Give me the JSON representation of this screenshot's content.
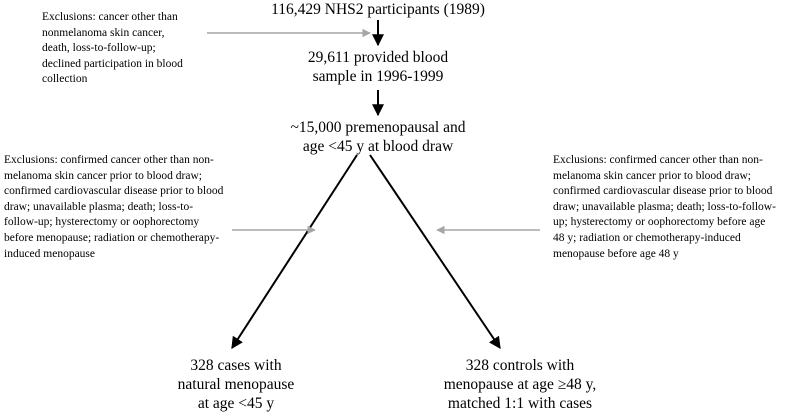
{
  "diagram": {
    "top_node": [
      "116,429 NHS2 participants (1989)"
    ],
    "blood_node": [
      "29,611 provided blood",
      "sample in 1996-1999"
    ],
    "premeno_node": [
      "~15,000 premenopausal and",
      "age <45 y at blood draw"
    ],
    "cases_node": [
      "328 cases with",
      "natural menopause",
      "at age <45 y"
    ],
    "controls_node": [
      "328 controls with",
      "menopause at age ≥48 y,",
      "matched 1:1 with cases"
    ],
    "exclusion_top": [
      "Exclusions: cancer other than",
      "nonmelanoma skin cancer,",
      "death, loss-to-follow-up;",
      "declined participation in blood",
      "collection"
    ],
    "exclusion_cases": [
      "Exclusions: confirmed cancer other than non-",
      "melanoma skin cancer prior to blood draw;",
      "confirmed cardiovascular disease prior to blood",
      "draw; unavailable plasma; death; loss-to-",
      "follow-up; hysterectomy or oophorectomy",
      "before menopause; radiation or chemotherapy-",
      "induced menopause"
    ],
    "exclusion_controls": [
      "Exclusions: confirmed cancer other than non-",
      "melanoma skin cancer prior to blood draw;",
      "confirmed cardiovascular disease prior to blood",
      "draw; unavailable plasma; death; loss-to-follow-",
      "up; hysterectomy or oophorectomy before age",
      "48 y; radiation or chemotherapy-induced",
      "menopause before age 48 y"
    ],
    "colors": {
      "flow_arrow": "#000000",
      "exclusion_arrow": "#a6a6a6",
      "text": "#000000"
    }
  }
}
